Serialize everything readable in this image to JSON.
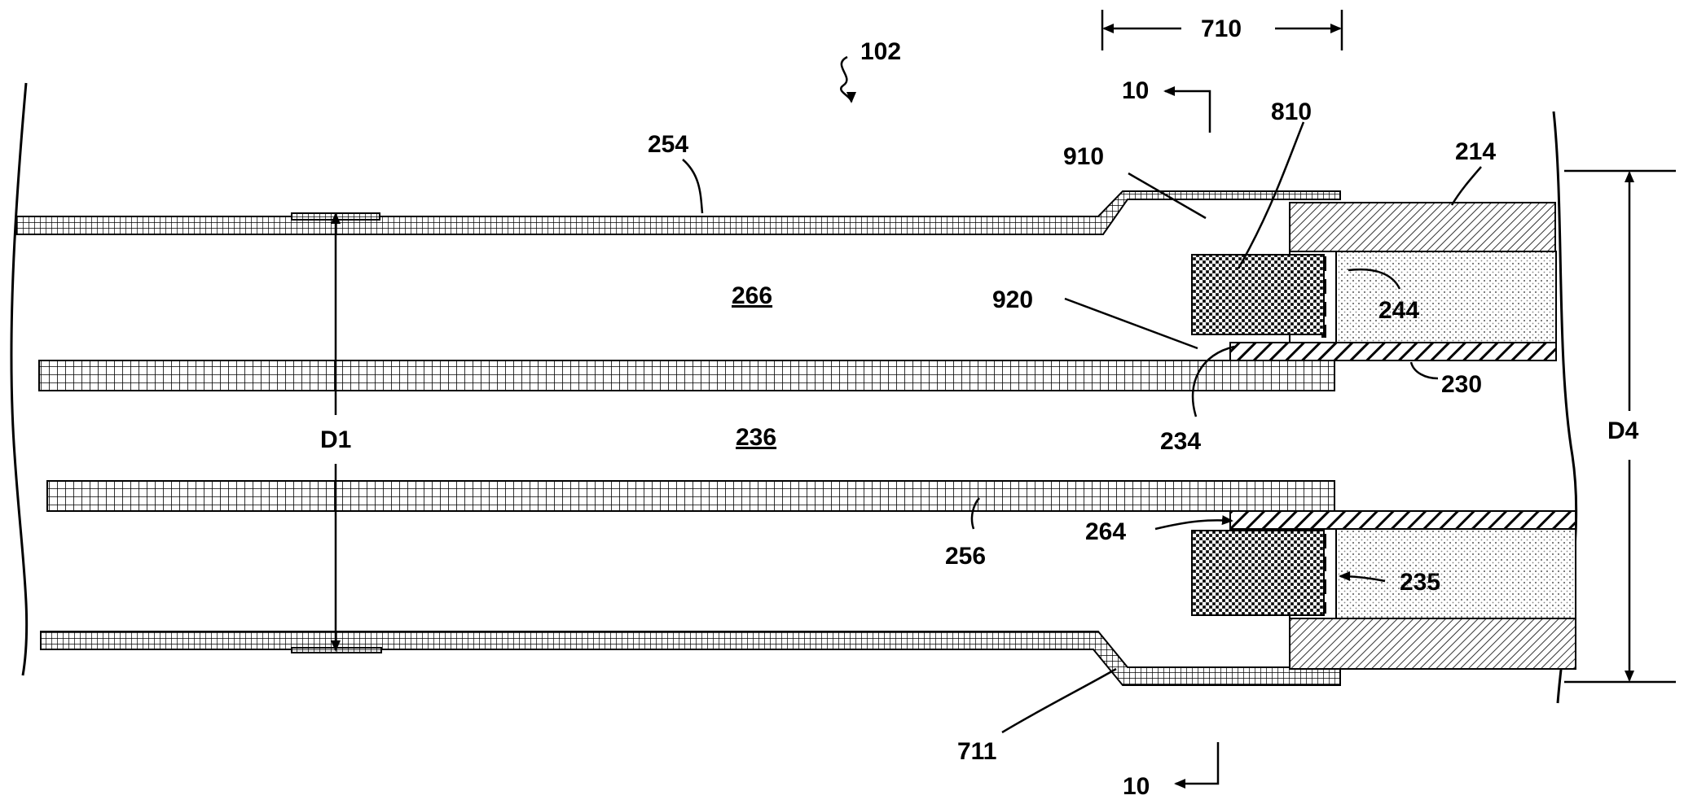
{
  "labels": {
    "ref_102": "102",
    "dim_710": "710",
    "section_top": "10",
    "section_bottom": "10",
    "ref_810": "810",
    "ref_910": "910",
    "ref_214": "214",
    "ref_254": "254",
    "ref_266": "266",
    "ref_920": "920",
    "ref_244": "244",
    "ref_230": "230",
    "ref_234": "234",
    "ref_236": "236",
    "ref_d1": "D1",
    "ref_d4": "D4",
    "ref_264": "264",
    "ref_256": "256",
    "ref_235": "235",
    "ref_711": "711"
  }
}
